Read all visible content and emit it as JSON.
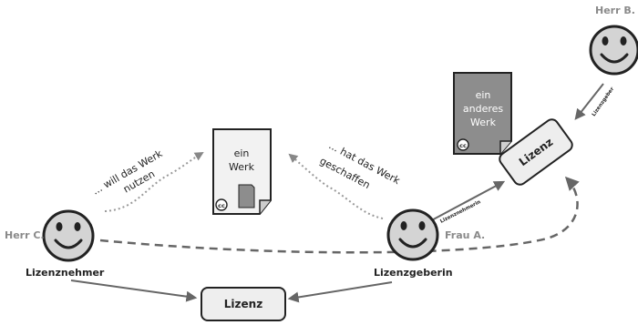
{
  "people": {
    "herr_c": {
      "name": "Herr C.",
      "role": "Lizenznehmer"
    },
    "frau_a": {
      "name": "Frau A.",
      "role": "Lizenzgeberin"
    },
    "herr_b": {
      "name": "Herr B."
    }
  },
  "notes": {
    "will_nutzen_line1": "... will das Werk",
    "will_nutzen_line2": "nutzen",
    "hat_geschaffen_line1": "... hat das Werk",
    "hat_geschaffen_line2": "geschaffen"
  },
  "documents": {
    "werk": {
      "line1": "ein",
      "line2": "Werk",
      "badge": "cc"
    },
    "anderes_werk": {
      "line1": "ein",
      "line2": "anderes",
      "line3": "Werk",
      "badge": "cc"
    }
  },
  "licenses": {
    "bottom": "Lizenz",
    "top": "Lizenz"
  },
  "arrow_labels": {
    "lizenzgeber": "Lizenzgeber",
    "lizenznehmerin": "Lizenznehmerin"
  },
  "colors": {
    "smiley_fill": "#d4d4d4",
    "doc_fill": "#f2f2f2",
    "doc_dark_fill": "#8d8d8d",
    "license_fill": "#eeeeee",
    "arrow": "#666666",
    "dashed": "#666666"
  }
}
